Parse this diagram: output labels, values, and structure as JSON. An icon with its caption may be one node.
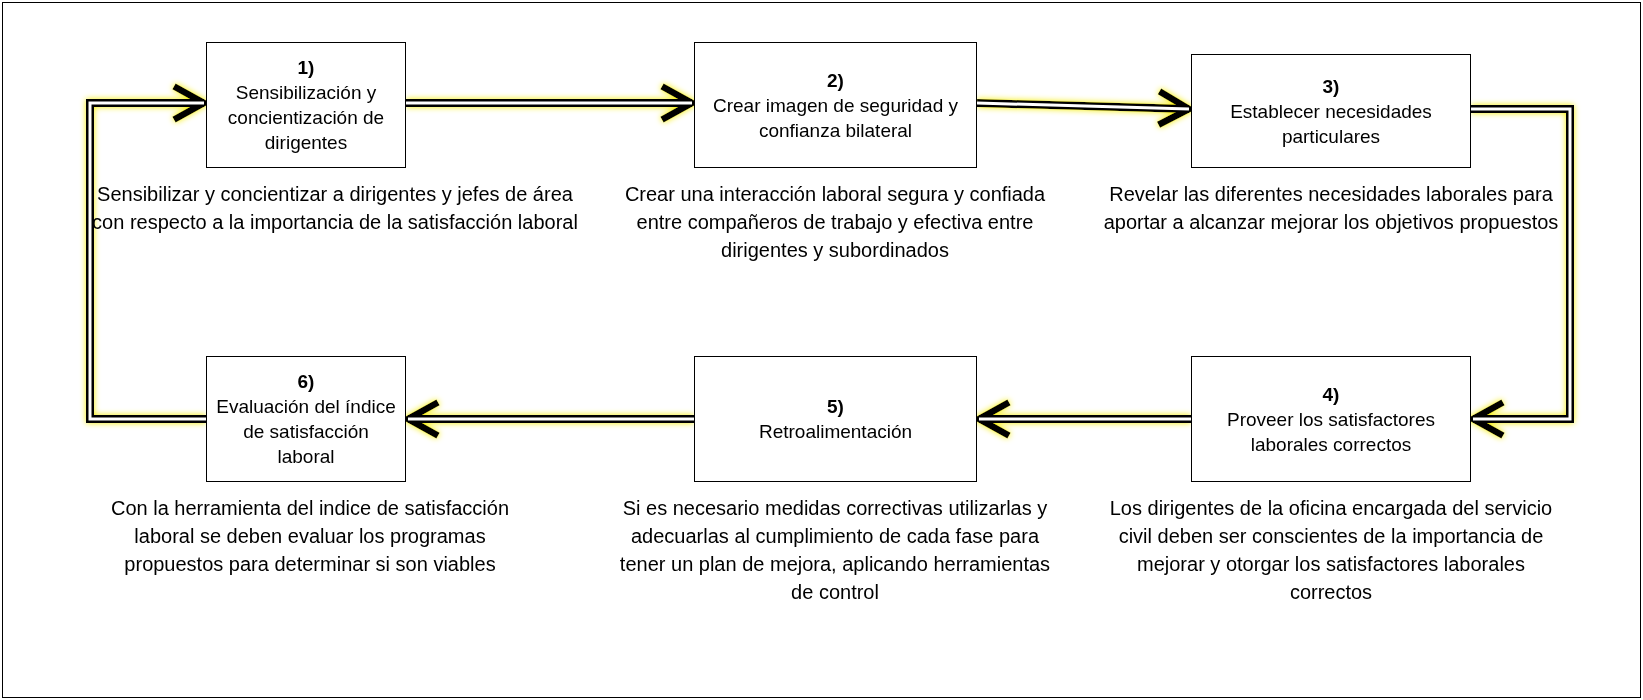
{
  "diagram": {
    "nodes": [
      {
        "text": [
          "1)",
          "Sensibilización y concientización de dirigentes"
        ],
        "beside": [
          "Sensibilizar y concientizar a dirigentes y jefes de área con respecto a la importancia de la satisfacción laboral"
        ]
      },
      {
        "text": [
          "2)",
          "Crear imagen de seguridad y confianza bilateral"
        ],
        "beside": [
          "Crear una interacción laboral segura y confiada entre compañeros de trabajo y efectiva entre dirigentes y subordinados"
        ]
      },
      {
        "text": [
          "3)",
          "Establecer necesidades particulares"
        ],
        "beside": [
          "Revelar las diferentes necesidades laborales para aportar a alcanzar mejorar los objetivos propuestos"
        ]
      },
      {
        "text": [
          "4)",
          "Proveer los satisfactores laborales correctos"
        ],
        "beside": [
          "Los dirigentes de la oficina encargada del servicio civil deben ser conscientes de la importancia de mejorar y otorgar los satisfactores laborales correctos"
        ]
      },
      {
        "text": [
          "5)",
          "Retroalimentación"
        ],
        "beside": [
          "Si es necesario medidas correctivas utilizarlas y adecuarlas al cumplimiento de cada fase para tener un plan de mejora, aplicando herramientas de control"
        ]
      },
      {
        "text": [
          "6)",
          "Evaluación del índice de satisfacción laboral"
        ],
        "beside": [
          "Con la herramienta del indice de satisfacción laboral se deben evaluar los programas propuestos para determinar si son viables"
        ]
      }
    ],
    "edges": [
      {
        "from": 0,
        "to": 1,
        "arrow": "to"
      },
      {
        "from": 1,
        "to": 2,
        "arrow": "to"
      },
      {
        "from": 2,
        "to": 3,
        "arrow": "to"
      },
      {
        "from": 3,
        "to": 4,
        "arrow": "to"
      },
      {
        "from": 4,
        "to": 5,
        "arrow": "to"
      },
      {
        "from": 5,
        "to": 0,
        "arrow": "to"
      }
    ]
  }
}
